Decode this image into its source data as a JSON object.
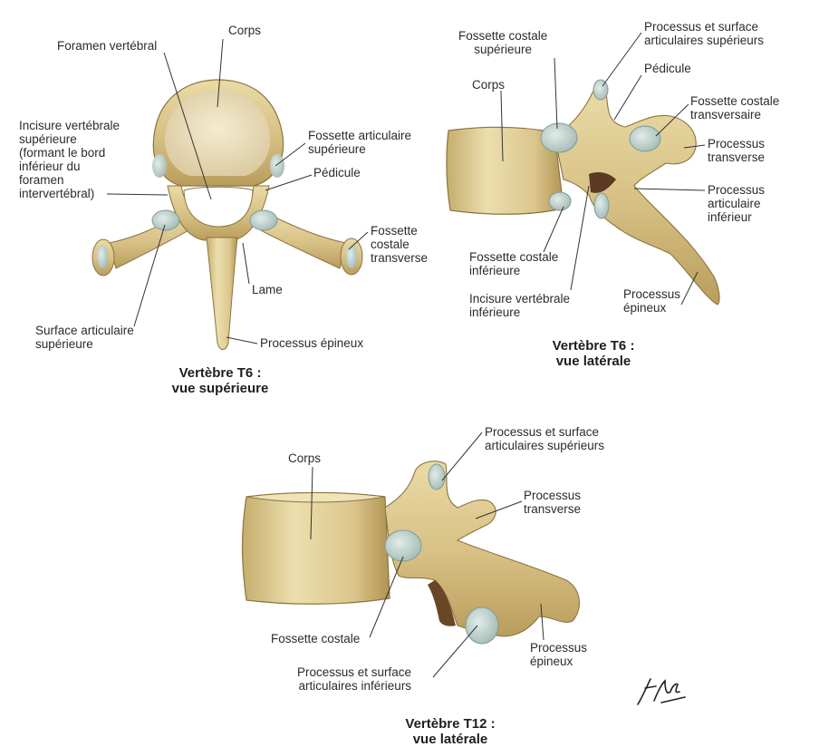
{
  "figures": {
    "superior": {
      "caption": [
        "Vertèbre T6 :",
        "vue supérieure"
      ],
      "labels": {
        "corps": [
          "Corps"
        ],
        "foramen": [
          "Foramen vertébral"
        ],
        "incisure": [
          "Incisure vertébrale",
          "supérieure",
          "(formant le bord",
          "inférieur du",
          "foramen",
          "intervertébral)"
        ],
        "fossette_art": [
          "Fossette articulaire",
          "supérieure"
        ],
        "pedicule": [
          "Pédicule"
        ],
        "fossette_costale_tr": [
          "Fossette",
          "costale",
          "transverse"
        ],
        "lame": [
          "Lame"
        ],
        "surface_art": [
          "Surface articulaire",
          "supérieure"
        ],
        "processus_epineux": [
          "Processus épineux"
        ]
      }
    },
    "lateral_t6": {
      "caption": [
        "Vertèbre T6 :",
        "vue latérale"
      ],
      "labels": {
        "fossette_costale_sup": [
          "Fossette costale",
          "supérieure"
        ],
        "proc_surf_art_sup": [
          "Processus et surface",
          "articulaires supérieurs"
        ],
        "corps": [
          "Corps"
        ],
        "pedicule": [
          "Pédicule"
        ],
        "fossette_costale_transv": [
          "Fossette costale",
          "transversaire"
        ],
        "proc_transverse": [
          "Processus",
          "transverse"
        ],
        "proc_art_inf": [
          "Processus",
          "articulaire",
          "inférieur"
        ],
        "fossette_costale_inf": [
          "Fossette costale",
          "inférieure"
        ],
        "incisure_inf": [
          "Incisure vertébrale",
          "inférieure"
        ],
        "proc_epineux": [
          "Processus",
          "épineux"
        ]
      }
    },
    "lateral_t12": {
      "caption": [
        "Vertèbre T12 :",
        "vue latérale"
      ],
      "labels": {
        "corps": [
          "Corps"
        ],
        "proc_surf_art_sup": [
          "Processus et surface",
          "articulaires supérieurs"
        ],
        "proc_transverse": [
          "Processus",
          "transverse"
        ],
        "fossette_costale": [
          "Fossette costale"
        ],
        "proc_epineux": [
          "Processus",
          "épineux"
        ],
        "proc_surf_art_inf": [
          "Processus et surface",
          "articulaires inférieurs"
        ]
      }
    }
  },
  "colors": {
    "bone": "#d8c48c",
    "bone_shadow": "#a88d4c",
    "cartilage": "#b8ccc8",
    "line": "#333333",
    "cancellous": "#ece2c4"
  },
  "signature_icon": "artist-signature"
}
